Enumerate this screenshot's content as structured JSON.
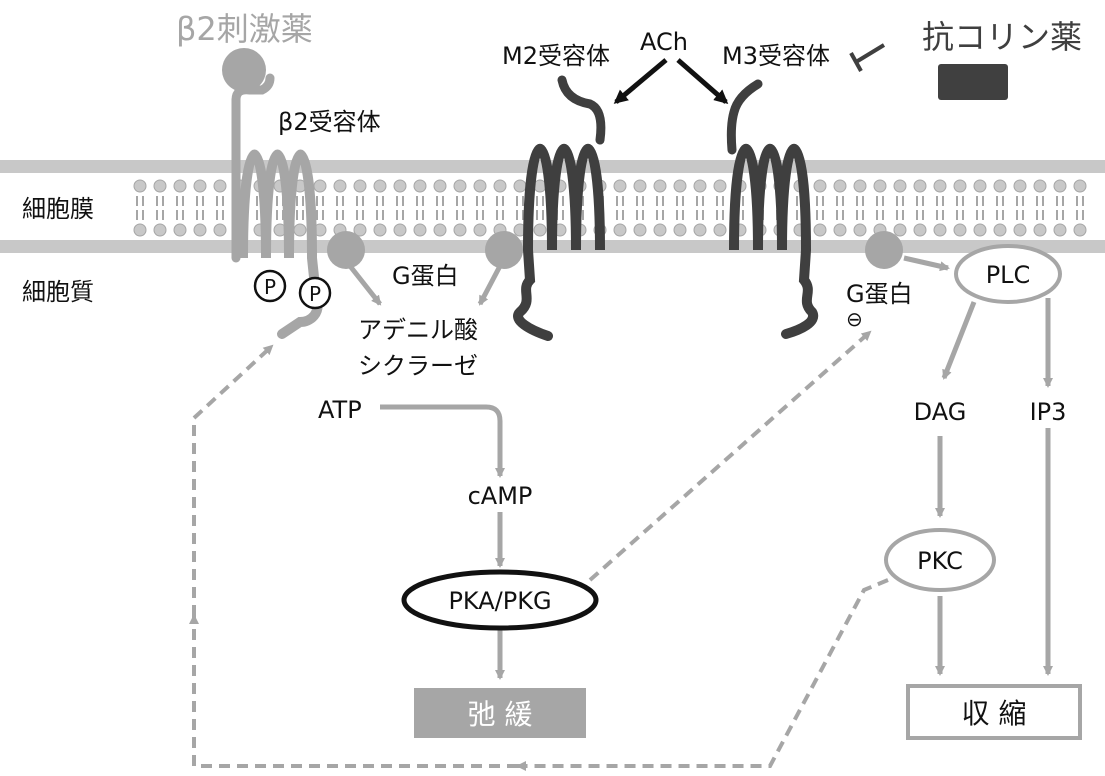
{
  "labels": {
    "agonist": "β2刺激薬",
    "beta_receptor": "β2受容体",
    "m2_receptor": "M2受容体",
    "m3_receptor": "M3受容体",
    "ach": "ACh",
    "anticholinergic": "抗コリン薬",
    "membrane": "細胞膜",
    "cytoplasm": "細胞質",
    "g_protein_left": "G蛋白",
    "g_protein_right": "G蛋白",
    "inhibit_mark": "⊖",
    "adenylate_cyclase_1": "アデニル酸",
    "adenylate_cyclase_2": "シクラーゼ",
    "atp": "ATP",
    "camp": "cAMP",
    "pka_pkg": "PKA/PKG",
    "relaxation": "弛 緩",
    "plc": "PLC",
    "dag": "DAG",
    "ip3": "IP3",
    "pkc": "PKC",
    "contraction": "収 縮",
    "phospho_1": "P",
    "phospho_2": "P"
  },
  "colors": {
    "ink": "#111111",
    "gray": "#a6a6a6",
    "dark": "#3f3f3f",
    "membrane": "#c8c8c8"
  }
}
